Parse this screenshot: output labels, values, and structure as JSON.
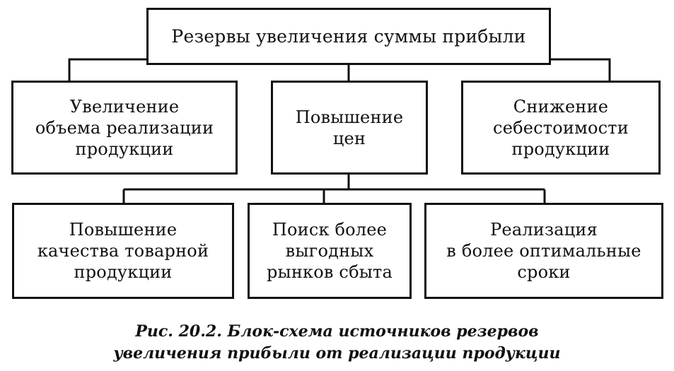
{
  "diagram": {
    "root": {
      "lines": [
        "Резервы увеличения суммы прибыли"
      ]
    },
    "level1": [
      {
        "lines": [
          "Увеличение",
          "объема реализации",
          "продукции"
        ]
      },
      {
        "lines": [
          "Повышение",
          "цен"
        ]
      },
      {
        "lines": [
          "Снижение",
          "себестоимости",
          "продукции"
        ]
      }
    ],
    "level2": [
      {
        "lines": [
          "Повышение",
          "качества товарной",
          "продукции"
        ]
      },
      {
        "lines": [
          "Поиск более",
          "выгодных",
          "рынков сбыта"
        ]
      },
      {
        "lines": [
          "Реализация",
          "в более оптимальные",
          "сроки"
        ]
      }
    ]
  },
  "caption": {
    "line1": "Рис. 20.2. Блок-схема источников резервов",
    "line2": "увеличения прибыли от реализации продукции"
  }
}
